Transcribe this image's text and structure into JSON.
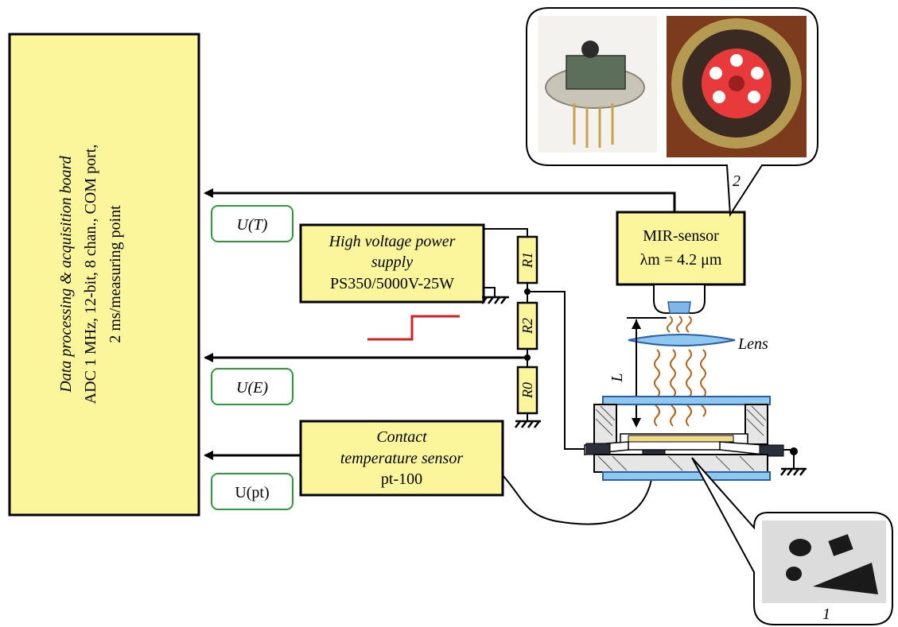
{
  "daq_board": {
    "line1": "Data processing & acquisition board",
    "line2": "ADC 1 MHz, 12-bit, 8 chan., COM port,",
    "line3": "2 ms/measuring point"
  },
  "signals": {
    "u_t": "U(T)",
    "u_e": "U(E)",
    "u_pt": "U(pt)"
  },
  "hv_supply": {
    "line1": "High voltage power",
    "line2": "supply",
    "line3": "PS350/5000V-25W"
  },
  "resistors": {
    "r1": "R1",
    "r2": "R2",
    "r0": "R0"
  },
  "contact_sensor": {
    "line1": "Contact",
    "line2": "temperature sensor",
    "line3": "pt-100"
  },
  "mir_sensor": {
    "line1": "MIR-sensor",
    "line2": "λm = 4.2 μm"
  },
  "lens_label": "Lens",
  "distance_label": "L",
  "callout_top_number": "2",
  "callout_bottom_number": "1",
  "colors": {
    "box_fill": "#fbf59b",
    "signal_border": "#2e9a3c",
    "step_signal": "#d42020",
    "lens_blue": "#8ec8ef",
    "emission_waves": "#b5651d"
  }
}
